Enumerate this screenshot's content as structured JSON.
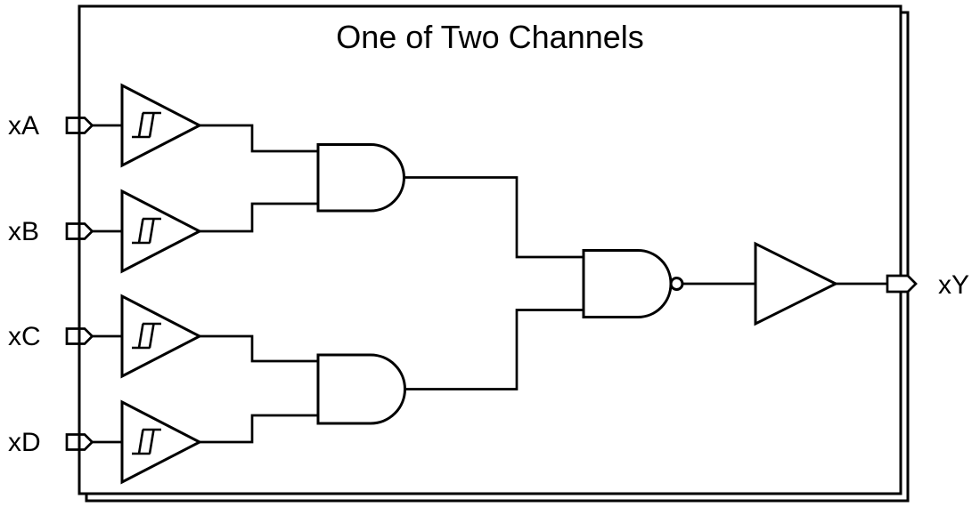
{
  "diagram": {
    "title": "One of Two Channels",
    "channels": {
      "shown": 1,
      "total": 2
    },
    "inputs": [
      {
        "id": "xA",
        "label": "xA"
      },
      {
        "id": "xB",
        "label": "xB"
      },
      {
        "id": "xC",
        "label": "xC"
      },
      {
        "id": "xD",
        "label": "xD"
      }
    ],
    "output": {
      "id": "xY",
      "label": "xY"
    },
    "gates": [
      {
        "name": "schmitt-buffer-xa",
        "type": "schmitt-trigger-buffer",
        "inputs": [
          "xA"
        ]
      },
      {
        "name": "schmitt-buffer-xb",
        "type": "schmitt-trigger-buffer",
        "inputs": [
          "xB"
        ]
      },
      {
        "name": "schmitt-buffer-xc",
        "type": "schmitt-trigger-buffer",
        "inputs": [
          "xC"
        ]
      },
      {
        "name": "schmitt-buffer-xd",
        "type": "schmitt-trigger-buffer",
        "inputs": [
          "xD"
        ]
      },
      {
        "name": "and-gate-1",
        "type": "and",
        "inputs": [
          "schmitt-buffer-xa",
          "schmitt-buffer-xb"
        ]
      },
      {
        "name": "and-gate-2",
        "type": "and",
        "inputs": [
          "schmitt-buffer-xc",
          "schmitt-buffer-xd"
        ]
      },
      {
        "name": "nand-gate",
        "type": "nand",
        "inputs": [
          "and-gate-1",
          "and-gate-2"
        ]
      },
      {
        "name": "output-buffer",
        "type": "buffer",
        "inputs": [
          "nand-gate"
        ],
        "output": "xY"
      }
    ],
    "colors": {
      "line": "#000000",
      "background": "#ffffff"
    }
  }
}
